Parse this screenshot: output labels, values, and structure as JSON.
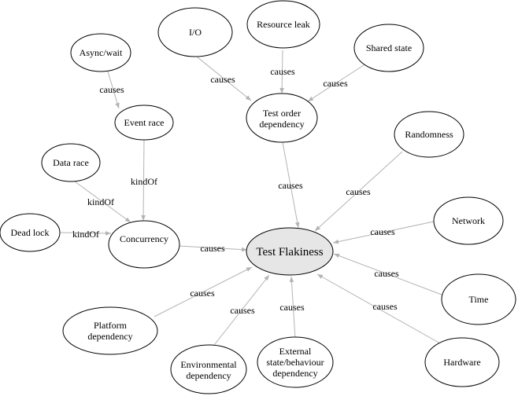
{
  "nodes": {
    "test_flakiness": "Test Flakiness",
    "io": "I/O",
    "resource_leak": "Resource leak",
    "shared_state": "Shared state",
    "async_wait": "Async/wait",
    "test_order_dependency": [
      "Test order",
      "dependency"
    ],
    "event_race": "Event race",
    "randomness": "Randomness",
    "data_race": "Data race",
    "network": "Network",
    "dead_lock": "Dead lock",
    "concurrency": "Concurrency",
    "time": "Time",
    "platform_dependency": [
      "Platform",
      "dependency"
    ],
    "environmental_dependency": [
      "Environmental",
      "dependency"
    ],
    "external_state": [
      "External",
      "state/behaviour",
      "dependency"
    ],
    "hardware": "Hardware"
  },
  "edge_labels": {
    "causes": "causes",
    "kind_of": "kindOf"
  },
  "colors": {
    "central_fill": "#e6e6e6",
    "edge": "#b3b3b3",
    "border": "#000000"
  }
}
